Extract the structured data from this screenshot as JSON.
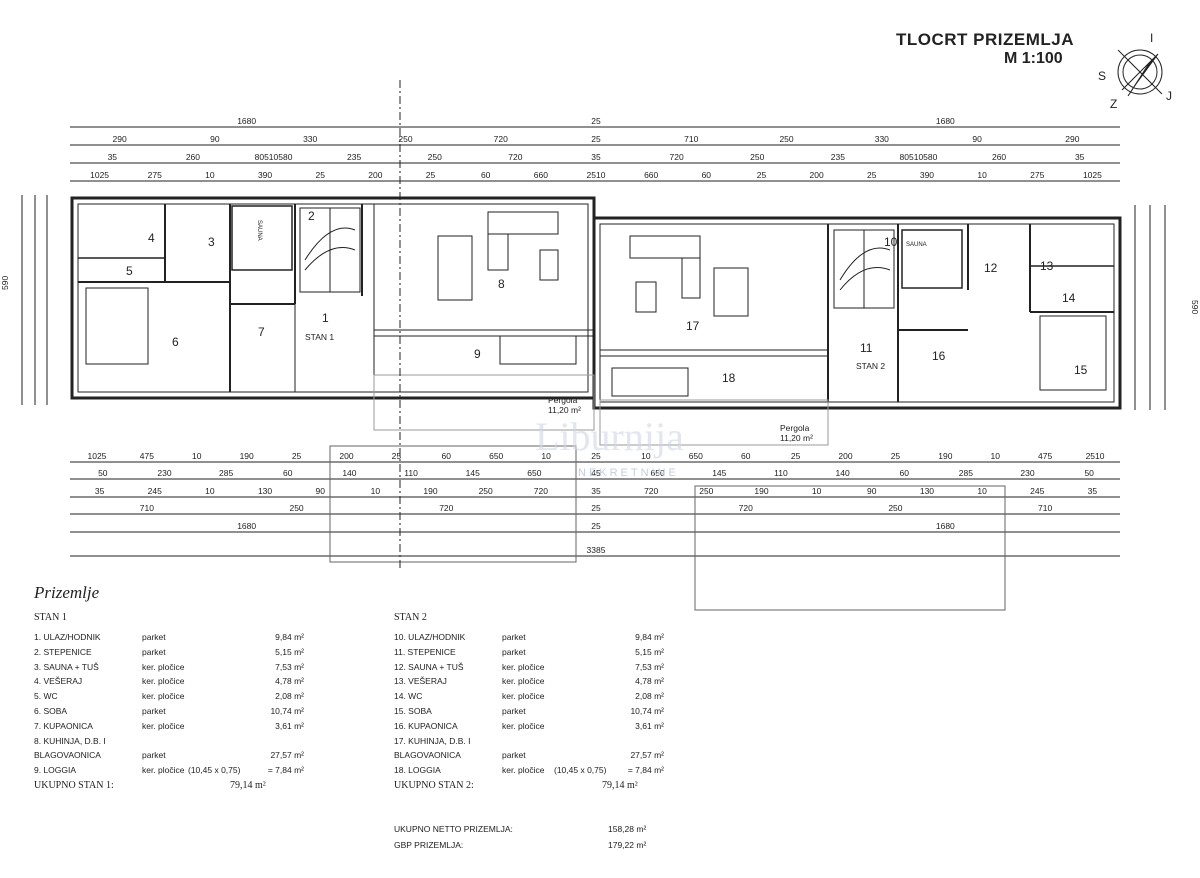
{
  "header": {
    "title": "TLOCRT  PRIZEMLJA",
    "scale": "M 1:100"
  },
  "compass": {
    "letters": [
      "S",
      "I",
      "Z",
      "J"
    ]
  },
  "dims": {
    "row1": [
      "1680",
      "25",
      "1680"
    ],
    "row2": [
      "290",
      "90",
      "330",
      "250",
      "720",
      "25",
      "710",
      "250",
      "330",
      "90",
      "290"
    ],
    "row3": [
      "35",
      "260",
      "80510580",
      "235",
      "250",
      "720",
      "35",
      "720",
      "250",
      "235",
      "80510580",
      "260",
      "35"
    ],
    "row4": [
      "1025",
      "275",
      "10",
      "390",
      "25",
      "200",
      "25",
      "60",
      "660",
      "2510",
      "660",
      "60",
      "25",
      "200",
      "25",
      "390",
      "10",
      "275",
      "1025"
    ],
    "bottom1": [
      "1025",
      "475",
      "10",
      "190",
      "25",
      "200",
      "25",
      "60",
      "650",
      "10",
      "25",
      "10",
      "650",
      "60",
      "25",
      "200",
      "25",
      "190",
      "10",
      "475",
      "2510"
    ],
    "bottom2": [
      "50",
      "230",
      "285",
      "60",
      "140",
      "110",
      "145",
      "650",
      "45",
      "650",
      "145",
      "110",
      "140",
      "60",
      "285",
      "230",
      "50"
    ],
    "bottom3": [
      "35",
      "245",
      "10",
      "130",
      "90",
      "10",
      "190",
      "250",
      "720",
      "35",
      "720",
      "250",
      "190",
      "10",
      "90",
      "130",
      "10",
      "245",
      "35"
    ],
    "bottom4": [
      "710",
      "250",
      "720",
      "25",
      "720",
      "250",
      "710"
    ],
    "bottom5": [
      "1680",
      "25",
      "1680"
    ],
    "bottom6": [
      "3385"
    ],
    "left_total": "590",
    "right_total": "590"
  },
  "rooms": {
    "numbers": [
      "1",
      "2",
      "3",
      "4",
      "5",
      "6",
      "7",
      "8",
      "9",
      "10",
      "11",
      "12",
      "13",
      "14",
      "15",
      "16",
      "17",
      "18"
    ],
    "stan1_label": "STAN 1",
    "stan2_label": "STAN 2",
    "sauna1": "SAUNA",
    "sauna2": "SAUNA",
    "pergola1": "Pergola",
    "pergola1_area": "11,20 m²",
    "pergola2": "Pergola",
    "pergola2_area": "11,20 m²"
  },
  "watermark": {
    "text": "Liburnija",
    "sub": "NEKRETNINE"
  },
  "section_title": "Prizemlje",
  "stan1": {
    "header": "STAN 1",
    "rows": [
      {
        "name": "1. ULAZ/HODNIK",
        "mat": "parket",
        "area": "9,84 m²"
      },
      {
        "name": "2. STEPENICE",
        "mat": "parket",
        "area": "5,15 m²"
      },
      {
        "name": "3. SAUNA + TUŠ",
        "mat": "ker. pločice",
        "area": "7,53 m²"
      },
      {
        "name": "4. VEŠERAJ",
        "mat": "ker. pločice",
        "area": "4,78 m²"
      },
      {
        "name": "5. WC",
        "mat": "ker. pločice",
        "area": "2,08 m²"
      },
      {
        "name": "6. SOBA",
        "mat": "parket",
        "area": "10,74 m²"
      },
      {
        "name": "7. KUPAONICA",
        "mat": "ker. pločice",
        "area": "3,61 m²"
      },
      {
        "name": "8. KUHINJA, D.B. I",
        "mat": "",
        "area": ""
      },
      {
        "name": "    BLAGOVAONICA",
        "mat": "parket",
        "area": "27,57 m²"
      },
      {
        "name": "9. LOGGIA",
        "mat": "ker. pločice",
        "area": "= 7,84 m²",
        "calc": "(10,45 x 0,75)"
      }
    ],
    "total_label": "UKUPNO STAN 1:",
    "total_value": "79,14 m²"
  },
  "stan2": {
    "header": "STAN 2",
    "rows": [
      {
        "name": "10. ULAZ/HODNIK",
        "mat": "parket",
        "area": "9,84 m²"
      },
      {
        "name": "11. STEPENICE",
        "mat": "parket",
        "area": "5,15 m²"
      },
      {
        "name": "12. SAUNA + TUŠ",
        "mat": "ker. pločice",
        "area": "7,53 m²"
      },
      {
        "name": "13. VEŠERAJ",
        "mat": "ker. pločice",
        "area": "4,78 m²"
      },
      {
        "name": "14. WC",
        "mat": "ker. pločice",
        "area": "2,08 m²"
      },
      {
        "name": "15. SOBA",
        "mat": "parket",
        "area": "10,74 m²"
      },
      {
        "name": "16. KUPAONICA",
        "mat": "ker. pločice",
        "area": "3,61 m²"
      },
      {
        "name": "17. KUHINJA, D.B. I",
        "mat": "",
        "area": ""
      },
      {
        "name": "      BLAGOVAONICA",
        "mat": "parket",
        "area": "27,57 m²"
      },
      {
        "name": "18. LOGGIA",
        "mat": "ker. pločice",
        "area": "= 7,84 m²",
        "calc": "(10,45 x 0,75)"
      }
    ],
    "total_label": "UKUPNO STAN 2:",
    "total_value": "79,14 m²"
  },
  "summary": {
    "netto_label": "UKUPNO NETTO PRIZEMLJA:",
    "netto_value": "158,28 m²",
    "gbp_label": "GBP PRIZEMLJA:",
    "gbp_value": "179,22 m²"
  }
}
